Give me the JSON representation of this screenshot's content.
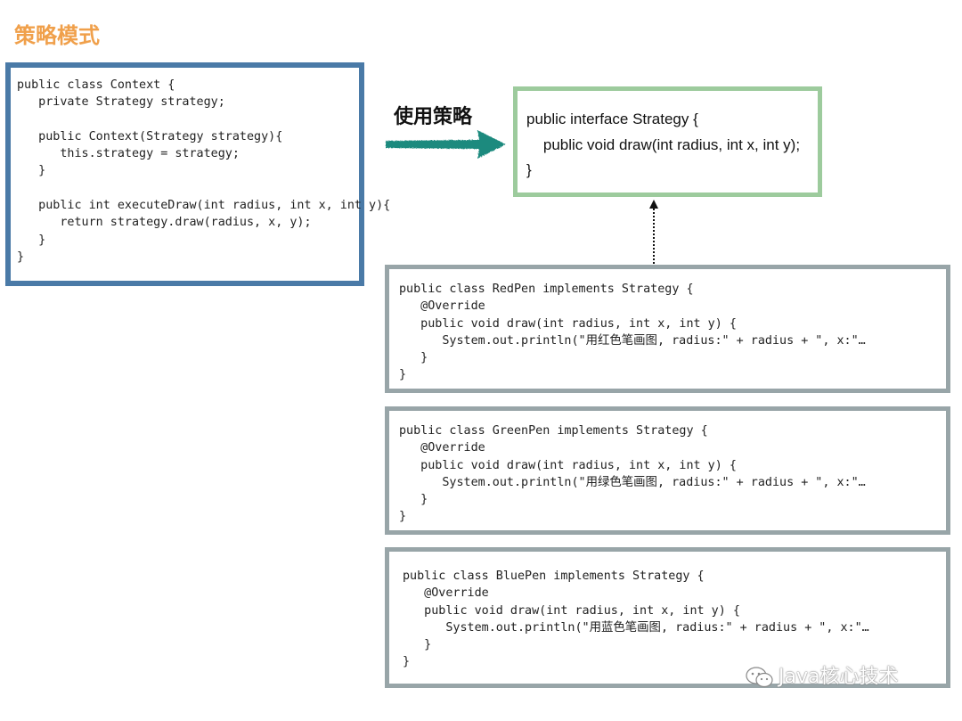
{
  "title": "策略模式",
  "use_label": "使用策略",
  "context_code": "public class Context {\n   private Strategy strategy;\n\n   public Context(Strategy strategy){\n      this.strategy = strategy;\n   }\n\n   public int executeDraw(int radius, int x, int y){\n      return strategy.draw(radius, x, y);\n   }\n}",
  "strategy_interface": "public interface Strategy {\n    public void draw(int radius, int x, int y);\n}",
  "redpen_code": "public class RedPen implements Strategy {\n   @Override\n   public void draw(int radius, int x, int y) {\n      System.out.println(\"用红色笔画图, radius:\" + radius + \", x:\"…\n   }\n}",
  "greenpen_code": "public class GreenPen implements Strategy {\n   @Override\n   public void draw(int radius, int x, int y) {\n      System.out.println(\"用绿色笔画图, radius:\" + radius + \", x:\"…\n   }\n}",
  "bluepen_code": "public class BluePen implements Strategy {\n   @Override\n   public void draw(int radius, int x, int y) {\n      System.out.println(\"用蓝色笔画图, radius:\" + radius + \", x:\"…\n   }\n}",
  "watermark": "Java核心技术",
  "colors": {
    "title": "#f0a04b",
    "context_border": "#4a7aa7",
    "interface_border": "#9dcb9d",
    "impl_border": "#98a5a8",
    "arrow": "#1f8a7e"
  }
}
